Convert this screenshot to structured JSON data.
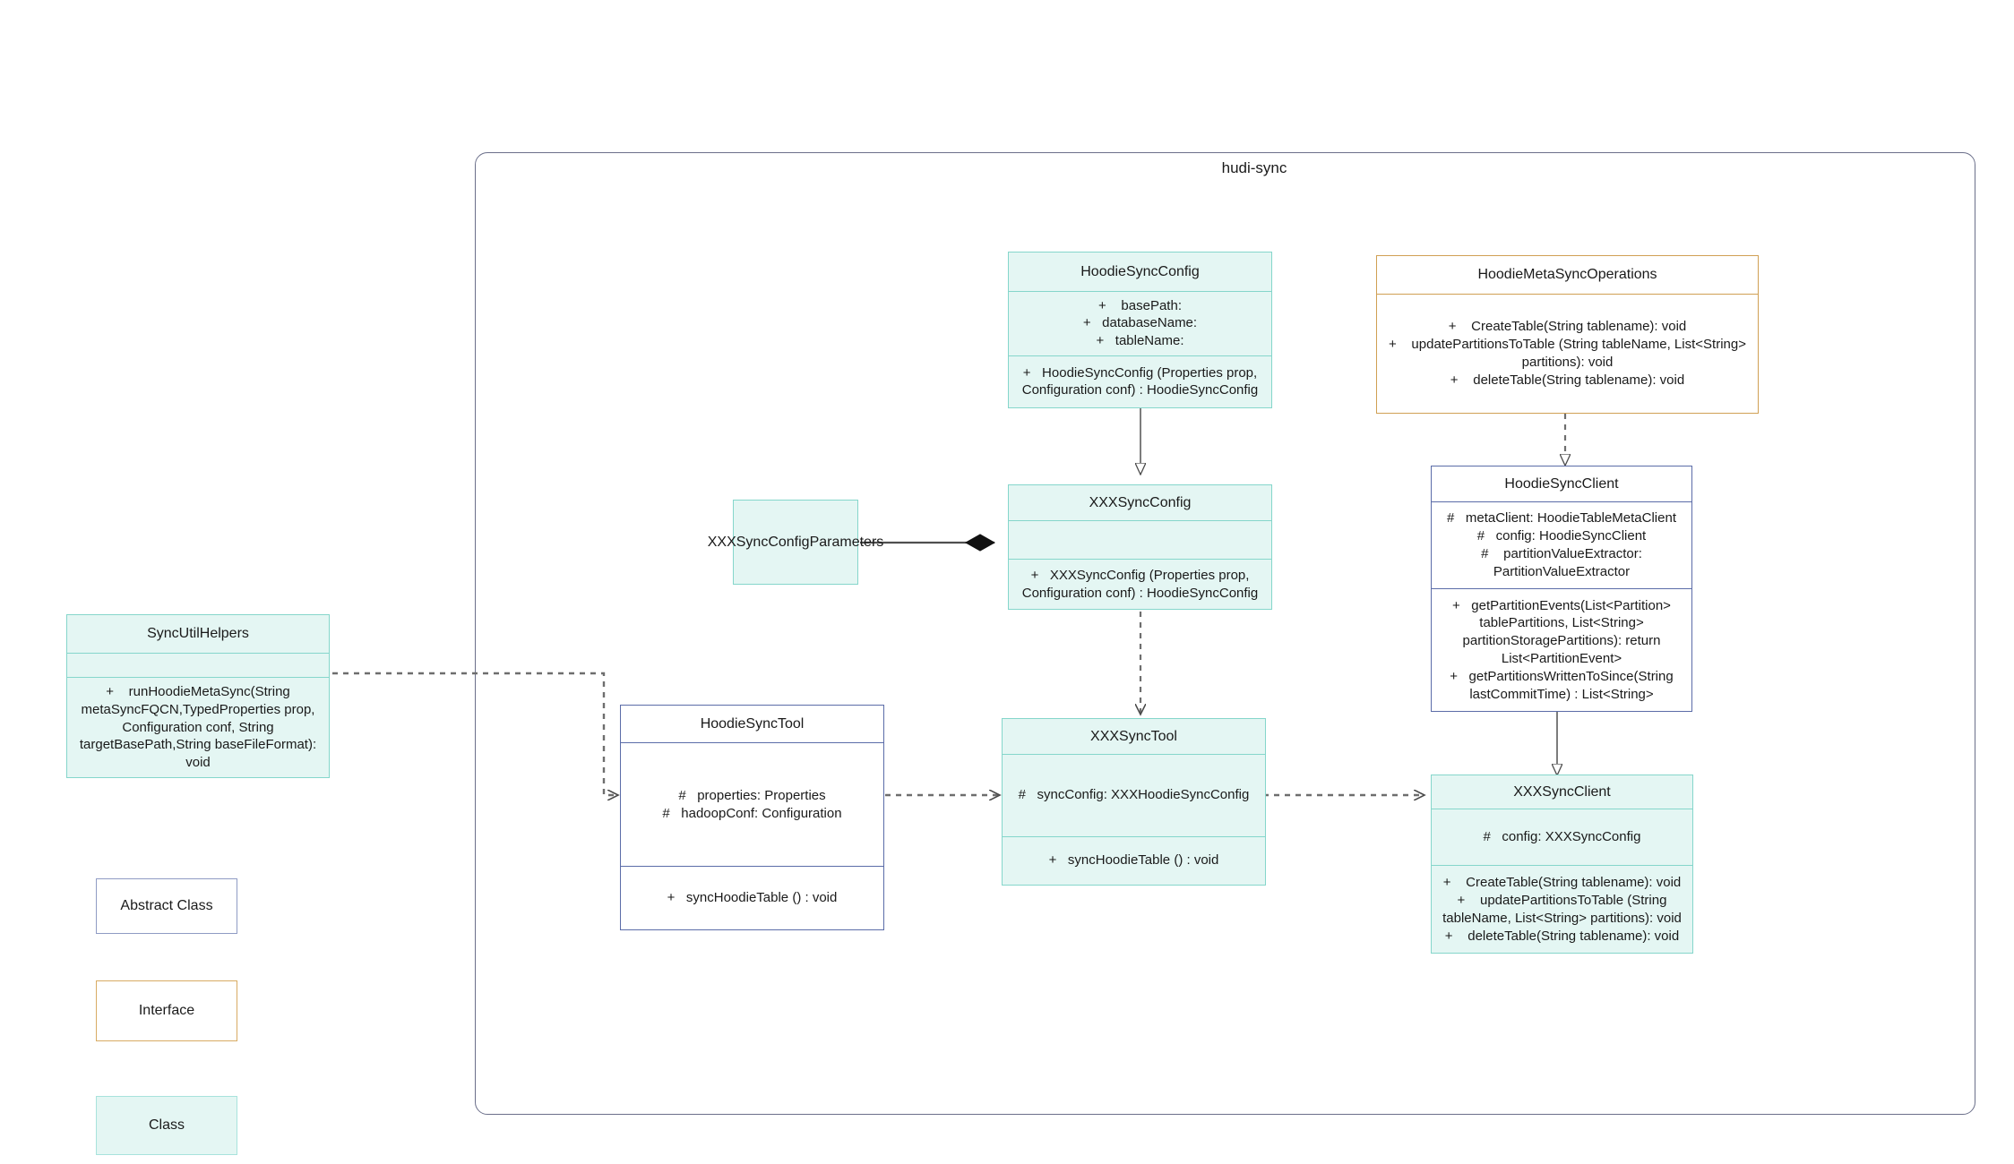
{
  "package": {
    "title": "hudi-sync"
  },
  "classes": {
    "hoodie_sync_config": {
      "name": "HoodieSyncConfig",
      "attributes": [
        "+    basePath:",
        "+   databaseName:",
        "+   tableName:"
      ],
      "operations": [
        "+   HoodieSyncConfig (Properties prop,",
        "Configuration conf) : HoodieSyncConfig"
      ]
    },
    "hoodie_meta_sync_operations": {
      "name": "HoodieMetaSyncOperations",
      "attributes": [],
      "operations": [
        "+    CreateTable(String tablename): void",
        "+    updatePartitionsToTable (String tableName, List<String>",
        "partitions): void",
        "+    deleteTable(String tablename): void"
      ]
    },
    "xxx_sync_config_parameters": {
      "name": "XXXSyncConfigParameters",
      "attributes": [],
      "operations": []
    },
    "xxx_sync_config": {
      "name": "XXXSyncConfig",
      "attributes": [],
      "operations": [
        "+   XXXSyncConfig (Properties prop,",
        "Configuration conf) : HoodieSyncConfig"
      ]
    },
    "hoodie_sync_client": {
      "name": "HoodieSyncClient",
      "attributes": [
        "#   metaClient: HoodieTableMetaClient",
        "#   config: HoodieSyncClient",
        "#    partitionValueExtractor:",
        "PartitionValueExtractor"
      ],
      "operations": [
        "+   getPartitionEvents(List<Partition>",
        "tablePartitions, List<String>",
        "partitionStoragePartitions): return",
        "List<PartitionEvent>",
        "+   getPartitionsWrittenToSince(String",
        "lastCommitTime) : List<String>"
      ]
    },
    "sync_util_helpers": {
      "name": "SyncUtilHelpers",
      "attributes": [],
      "operations": [
        "+    runHoodieMetaSync(String",
        "metaSyncFQCN,TypedProperties prop,",
        "Configuration conf, String",
        "targetBasePath,String baseFileFormat): void"
      ]
    },
    "hoodie_sync_tool": {
      "name": "HoodieSyncTool",
      "attributes": [
        "#   properties: Properties",
        "#   hadoopConf: Configuration"
      ],
      "operations": [
        "+   syncHoodieTable () : void"
      ]
    },
    "xxx_sync_tool": {
      "name": "XXXSyncTool",
      "attributes": [
        "#   syncConfig: XXXHoodieSyncConfig"
      ],
      "operations": [
        "+   syncHoodieTable () : void"
      ]
    },
    "xxx_sync_client": {
      "name": "XXXSyncClient",
      "attributes": [
        "#   config: XXXSyncConfig"
      ],
      "operations": [
        "+    CreateTable(String tablename): void",
        "+    updatePartitionsToTable (String",
        "tableName, List<String> partitions): void",
        "+    deleteTable(String tablename): void"
      ]
    }
  },
  "legend": {
    "abstract_class": "Abstract Class",
    "interface": "Interface",
    "class": "Class"
  },
  "colors": {
    "class_fill": "#e4f6f3",
    "class_border": "#85d6cb",
    "abstract_border": "#5b6ca8",
    "interface_border": "#d0a054",
    "package_border": "#6b6f8a",
    "edge": "#6e6e6e",
    "solid_edge": "#5a5a5a"
  }
}
